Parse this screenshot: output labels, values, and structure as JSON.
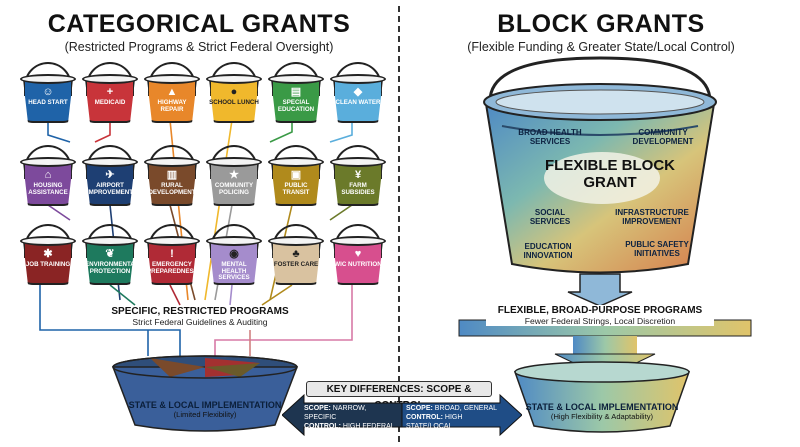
{
  "left": {
    "title": "CATEGORICAL GRANTS",
    "subtitle": "(Restricted Programs & Strict Federal Oversight)",
    "buckets": [
      {
        "label": "HEAD START",
        "color": "#1f63a8",
        "icon": "child-icon"
      },
      {
        "label": "MEDICAID",
        "color": "#c8343a",
        "icon": "medical-cross-icon"
      },
      {
        "label": "HIGHWAY REPAIR",
        "color": "#e8872a",
        "icon": "road-icon"
      },
      {
        "label": "SCHOOL LUNCH",
        "color": "#f0b82c",
        "icon": "apple-icon"
      },
      {
        "label": "SPECIAL EDUCATION",
        "color": "#3a9a46",
        "icon": "book-icon"
      },
      {
        "label": "CLEAN WATER",
        "color": "#5aaedc",
        "icon": "water-drop-icon"
      },
      {
        "label": "HOUSING ASSISTANCE",
        "color": "#7d4a9c",
        "icon": "house-icon"
      },
      {
        "label": "AIRPORT IMPROVEMENT",
        "color": "#1e3f73",
        "icon": "airplane-icon"
      },
      {
        "label": "RURAL DEVELOPMENT",
        "color": "#7a4a2b",
        "icon": "barn-icon"
      },
      {
        "label": "COMMUNITY POLICING",
        "color": "#9a9a9a",
        "icon": "badge-icon"
      },
      {
        "label": "PUBLIC TRANSIT",
        "color": "#b08a1c",
        "icon": "bus-icon"
      },
      {
        "label": "FARM SUBSIDIES",
        "color": "#6b7a2a",
        "icon": "wheat-icon"
      },
      {
        "label": "JOB TRAINING",
        "color": "#8a2424",
        "icon": "gear-icon"
      },
      {
        "label": "ENVIRONMENTAL PROTECTION",
        "color": "#1e7a5e",
        "icon": "leaf-icon"
      },
      {
        "label": "EMERGENCY PREPAREDNESS",
        "color": "#b02a36",
        "icon": "alert-icon"
      },
      {
        "label": "MENTAL HEALTH SERVICES",
        "color": "#a58ccc",
        "icon": "brain-icon"
      },
      {
        "label": "FOSTER CARE",
        "color": "#d9c2a0",
        "icon": "family-icon"
      },
      {
        "label": "WIC NUTRITION",
        "color": "#d74f8e",
        "icon": "mother-child-icon"
      }
    ],
    "programs_label": "SPECIFIC, RESTRICTED PROGRAMS",
    "programs_sub": "Strict Federal Guidelines & Auditing",
    "impl_label": "STATE & LOCAL IMPLEMENTATION",
    "impl_sub": "(Limited Flexibility)"
  },
  "right": {
    "title": "BLOCK GRANTS",
    "subtitle": "(Flexible Funding & Greater State/Local Control)",
    "bucket_title": "FLEXIBLE BLOCK GRANT",
    "areas": [
      "BROAD HEALTH SERVICES",
      "COMMUNITY DEVELOPMENT",
      "SOCIAL SERVICES",
      "INFRASTRUCTURE IMPROVEMENT",
      "EDUCATION INNOVATION",
      "PUBLIC SAFETY INITIATIVES"
    ],
    "programs_label": "FLEXIBLE, BROAD-PURPOSE PROGRAMS",
    "programs_sub": "Fewer Federal Strings, Local Discretion",
    "impl_label": "STATE & LOCAL IMPLEMENTATION",
    "impl_sub": "(High Flexibility & Adaptability)"
  },
  "key_differences": {
    "title": "KEY DIFFERENCES: SCOPE & CONTROL",
    "left_scope_key": "SCOPE:",
    "left_scope_val": "NARROW, SPECIFIC",
    "left_control_key": "CONTROL:",
    "left_control_val": "HIGH FEDERAL",
    "right_scope_key": "SCOPE:",
    "right_scope_val": "BROAD, GENERAL",
    "right_control_key": "CONTROL:",
    "right_control_val": "HIGH STATE/LOCAL"
  }
}
